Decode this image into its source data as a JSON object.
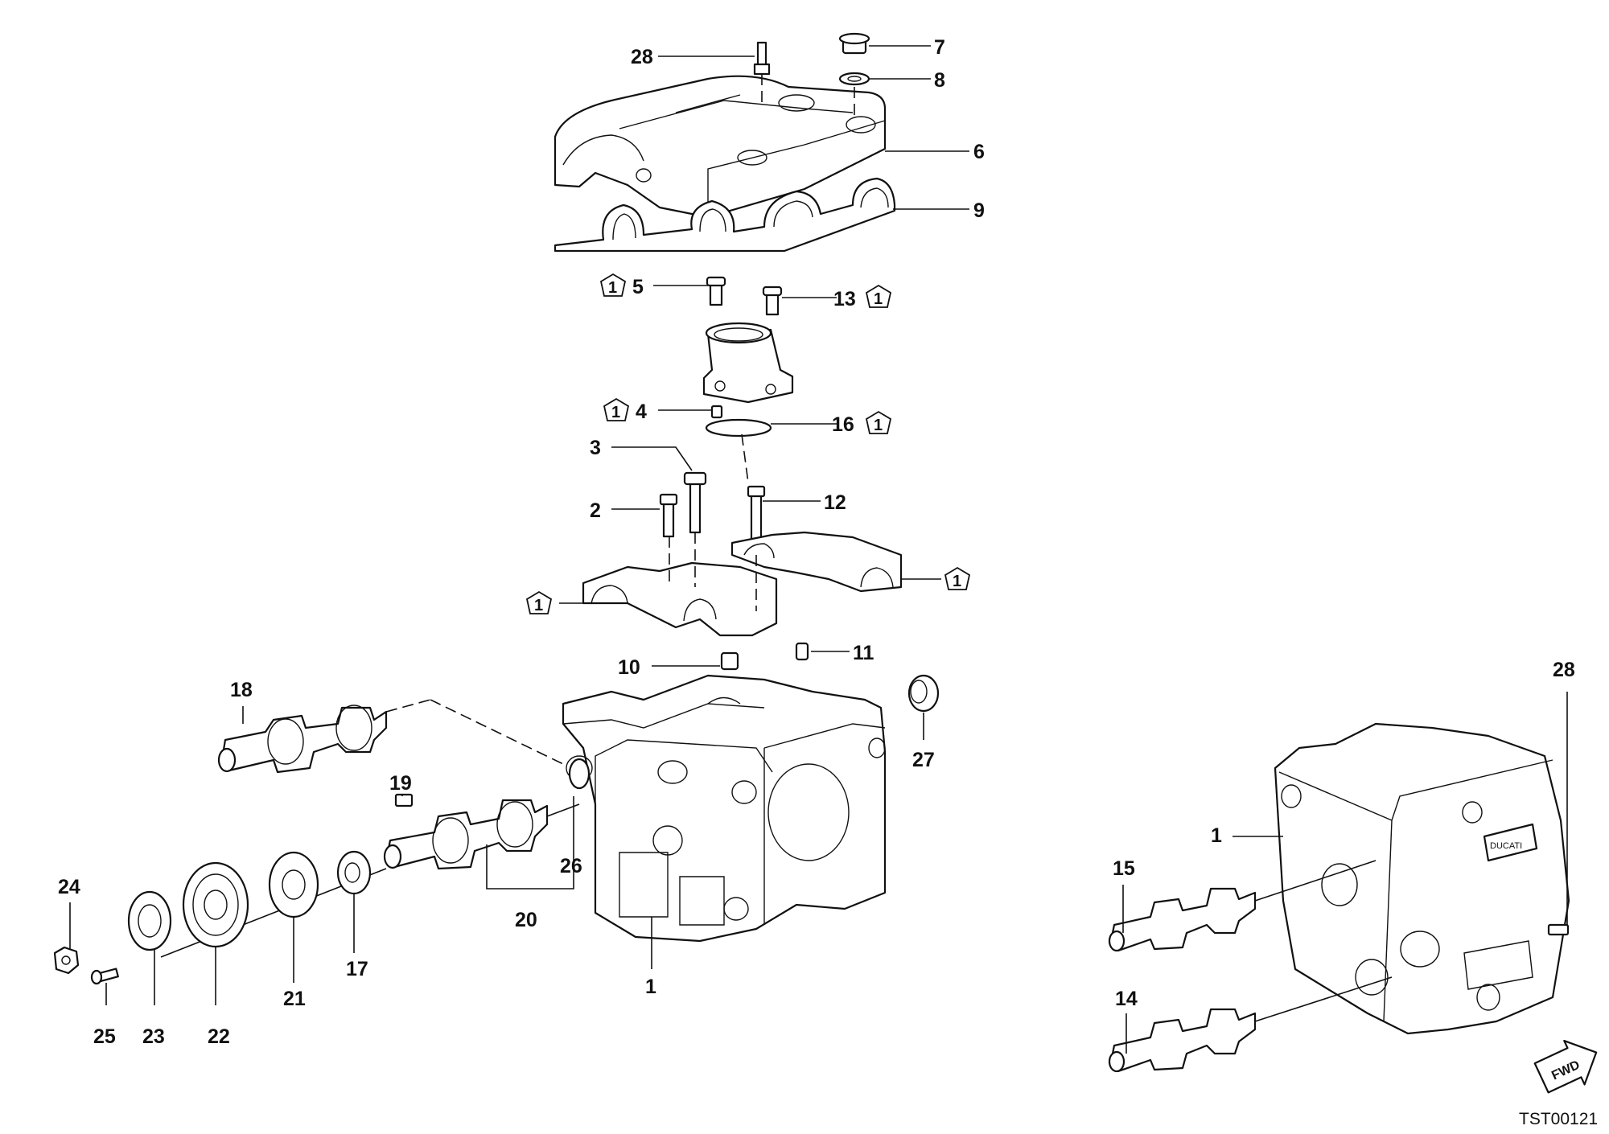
{
  "diagram": {
    "code": "TST00121",
    "fwd_label": "FWD",
    "callouts": {
      "c1_main": "1",
      "c1_right": "1",
      "c2": "2",
      "c3": "3",
      "c4": "4",
      "c5": "5",
      "c6": "6",
      "c7": "7",
      "c8": "8",
      "c9": "9",
      "c10": "10",
      "c11": "11",
      "c12": "12",
      "c13": "13",
      "c14": "14",
      "c15": "15",
      "c16": "16",
      "c17": "17",
      "c18": "18",
      "c19": "19",
      "c20": "20",
      "c21": "21",
      "c22": "22",
      "c23": "23",
      "c24": "24",
      "c25": "25",
      "c26": "26",
      "c27": "27",
      "c28_top": "28",
      "c28_right": "28"
    },
    "badge_label": "1"
  }
}
